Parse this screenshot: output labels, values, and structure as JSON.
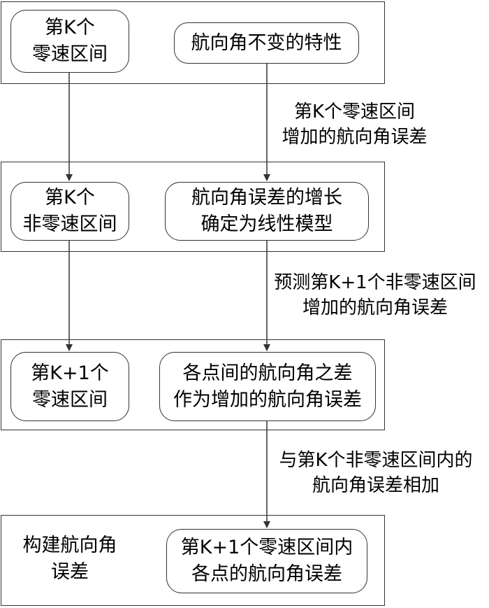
{
  "nodes": {
    "k_zero_interval": {
      "line1": "第K个",
      "line2": "零速区间"
    },
    "heading_invariance": {
      "line1": "航向角不变的特性"
    },
    "k_nonzero_interval": {
      "line1": "第K个",
      "line2": "非零速区间"
    },
    "linear_model": {
      "line1": "航向角误差的增长",
      "line2": "确定为线性模型"
    },
    "k1_zero_interval": {
      "line1": "第K+1个",
      "line2": "零速区间"
    },
    "point_difference": {
      "line1": "各点间的航向角之差",
      "line2": "作为增加的航向角误差"
    },
    "construct_error": {
      "line1": "构建航向角",
      "line2": "误差"
    },
    "k1_point_error": {
      "line1": "第K+1个零速区间内",
      "line2": "各点的航向角误差"
    }
  },
  "edges": {
    "label1": {
      "line1": "第K个零速区间",
      "line2": "增加的航向角误差"
    },
    "label2": {
      "line1": "预测第K+1个非零速区间",
      "line2": "增加的航向角误差"
    },
    "label3": {
      "line1": "与第K个非零速区间内的",
      "line2": "航向角误差相加"
    }
  }
}
